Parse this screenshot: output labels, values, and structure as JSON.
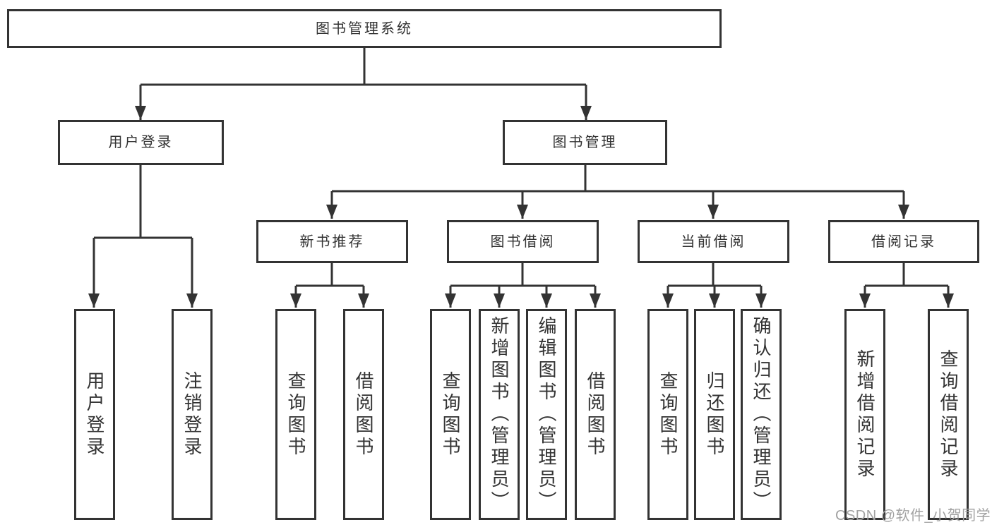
{
  "diagram_title": "图书管理系统",
  "tree": {
    "label": "图书管理系统",
    "children": [
      {
        "label": "用户登录",
        "children": [
          {
            "label": "用户登录"
          },
          {
            "label": "注销登录"
          }
        ]
      },
      {
        "label": "图书管理",
        "children": [
          {
            "label": "新书推荐",
            "children": [
              {
                "label": "查询图书"
              },
              {
                "label": "借阅图书"
              }
            ]
          },
          {
            "label": "图书借阅",
            "children": [
              {
                "label": "查询图书"
              },
              {
                "label": "新增图书（管理员）"
              },
              {
                "label": "编辑图书（管理员）"
              },
              {
                "label": "借阅图书"
              }
            ]
          },
          {
            "label": "当前借阅",
            "children": [
              {
                "label": "查询图书"
              },
              {
                "label": "归还图书"
              },
              {
                "label": "确认归还（管理员）"
              }
            ]
          },
          {
            "label": "借阅记录",
            "children": [
              {
                "label": "新增借阅记录"
              },
              {
                "label": "查询借阅记录"
              }
            ]
          }
        ]
      }
    ]
  },
  "watermark": {
    "text": "CSDN @软件_小贺同学"
  },
  "colors": {
    "line": "#333333",
    "box_border": "#333333",
    "text": "#333333",
    "background": "#ffffff",
    "watermark": "#a2a2a2"
  }
}
